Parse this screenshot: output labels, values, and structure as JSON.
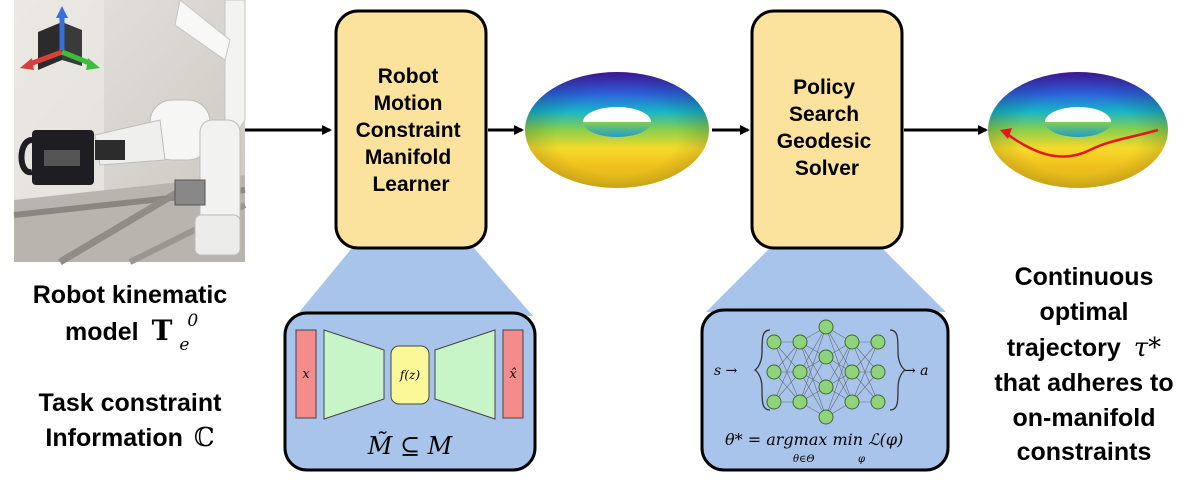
{
  "photo": {
    "alt": "robot arm holding a mug"
  },
  "left_caption": {
    "line1": "Robot kinematic",
    "line2_text": "model",
    "line2_symbol": "T",
    "line2_sub": "e",
    "line2_sup": "0",
    "line3": "Task constraint",
    "line4_text": "Information",
    "line4_symbol": "ℂ"
  },
  "learner_block": {
    "lines": [
      "Robot",
      "Motion",
      "Constraint",
      "Manifold",
      "Learner"
    ]
  },
  "autoencoder": {
    "input_label": "x",
    "latent_label": "f(z)",
    "output_label": "x̂",
    "formula": "M̃ ⊆ M"
  },
  "solver_block": {
    "lines": [
      "Policy",
      "Search",
      "Geodesic",
      "Solver"
    ]
  },
  "policy_net": {
    "input_label": "s →",
    "output_label": "→ a",
    "formula_lhs": "θ* = argmax min ℒ(φ)",
    "formula_sub_1": "θ∈Θ",
    "formula_sub_2": "φ"
  },
  "right_caption": {
    "line1": "Continuous",
    "line2": "optimal",
    "line3_text": "trajectory",
    "line3_symbol": "τ*",
    "line4": "that adheres to",
    "line5": "on-manifold",
    "line6": "constraints"
  },
  "colors": {
    "block_fill": "#fbe29d",
    "zoom_fill": "#a9c4ea",
    "encoder_green": "#c8f5c8",
    "latent_yellow": "#fbf89a",
    "io_red": "#f48c8c",
    "node_green": "#8fd37a",
    "trajectory_red": "#e8141e"
  }
}
